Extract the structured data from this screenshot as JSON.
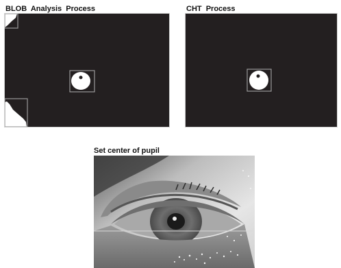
{
  "panels": {
    "blob": {
      "title": "BLOB  Analysis  Process"
    },
    "cht": {
      "title": "CHT  Process"
    },
    "photo": {
      "title": "Set center of pupil"
    }
  },
  "colors": {
    "panel_bg": "#231f20",
    "blob_white": "#ffffff",
    "box_gray": "#9a9a9a",
    "crosshair": "#d8d8d8"
  }
}
